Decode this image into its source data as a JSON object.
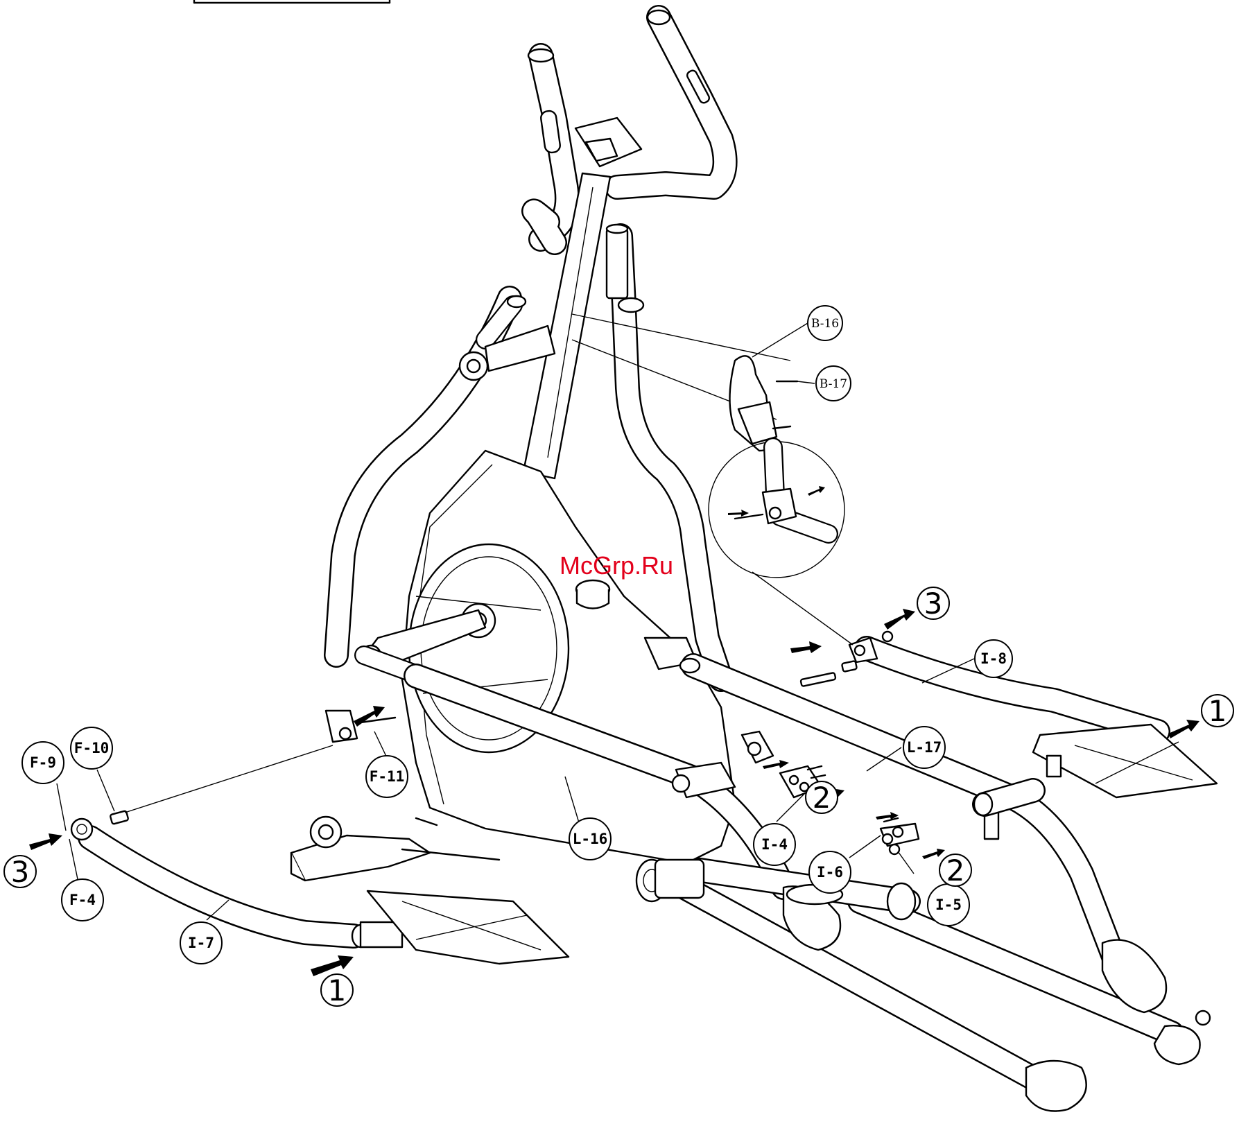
{
  "watermark": "McGrp.Ru",
  "callouts": {
    "b16": "B-16",
    "b17": "B-17",
    "i8": "I-8",
    "l17": "L-17",
    "i4": "I-4",
    "i6": "I-6",
    "i5": "I-5",
    "l16": "L-16",
    "f11": "F-11",
    "f10": "F-10",
    "f9": "F-9",
    "f4": "F-4",
    "i7": "I-7"
  },
  "steps": {
    "right_1": "1",
    "left_1": "1",
    "right_2a": "2",
    "right_2b": "2",
    "right_3": "3",
    "left_3": "3"
  }
}
